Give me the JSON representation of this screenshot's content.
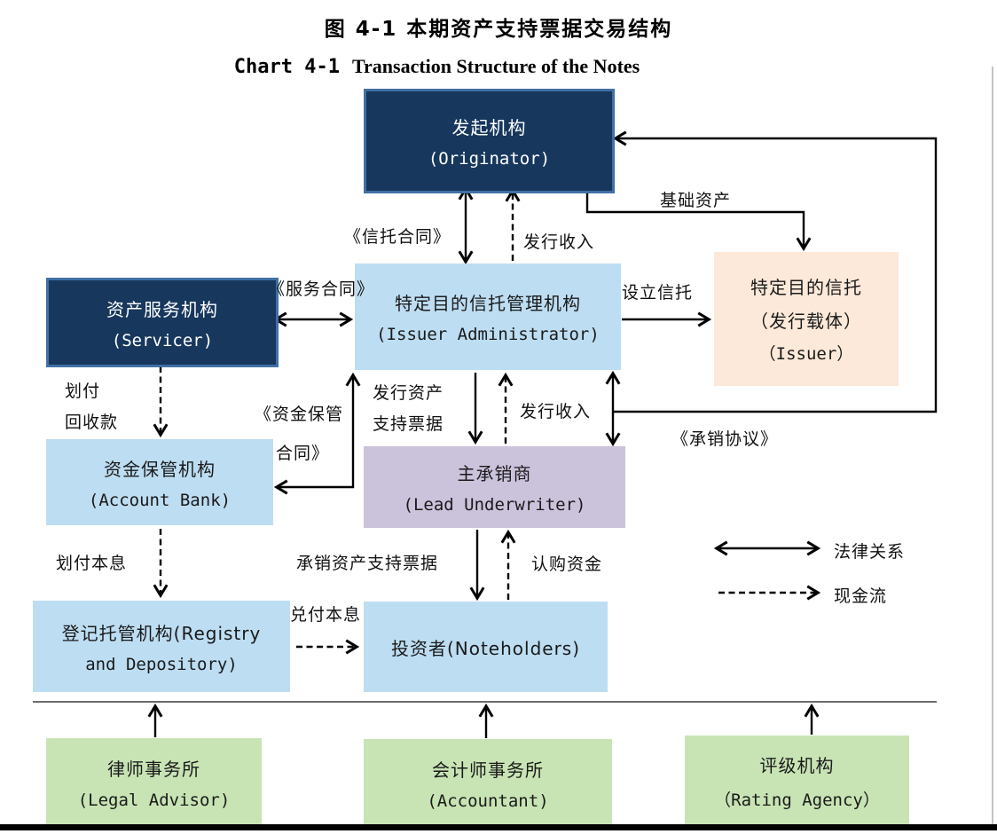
{
  "figure": {
    "title": "图 4-1 本期资产支持票据交易结构",
    "subtitle_prefix": "Chart 4-1",
    "subtitle_text": "Transaction Structure of the Notes"
  },
  "nodes": {
    "originator": {
      "lines": [
        "发起机构",
        "(Originator)"
      ]
    },
    "servicer": {
      "lines": [
        "资产服务机构",
        "(Servicer)"
      ]
    },
    "issuer_admin": {
      "lines": [
        "特定目的信托管理机构",
        "(Issuer Administrator)"
      ]
    },
    "issuer": {
      "lines": [
        "特定目的信托",
        "（发行载体）",
        "（Issuer）"
      ]
    },
    "account_bank": {
      "lines": [
        "资金保管机构",
        "(Account Bank)"
      ]
    },
    "lead_underwriter": {
      "lines": [
        "主承销商",
        "(Lead Underwriter)"
      ]
    },
    "registry": {
      "lines": [
        "登记托管机构(Registry",
        "and Depository)"
      ]
    },
    "noteholders": {
      "lines": [
        "投资者(Noteholders)"
      ]
    },
    "legal_advisor": {
      "lines": [
        "律师事务所",
        "(Legal Advisor)"
      ]
    },
    "accountant": {
      "lines": [
        "会计师事务所",
        "(Accountant)"
      ]
    },
    "rating_agency": {
      "lines": [
        "评级机构",
        "（Rating Agency）"
      ]
    }
  },
  "labels": {
    "trust_contract": "《信托合同》",
    "issuance_proceeds_top": "发行收入",
    "underlying_assets": "基础资产",
    "service_contract": "《服务合同》",
    "establish_trust": "设立信托",
    "transfer_collections": [
      "划付",
      "回收款"
    ],
    "custody_contract": [
      "《资金保管",
      "合同》"
    ],
    "issue_notes": [
      "发行资产",
      "支持票据"
    ],
    "issuance_proceeds_mid": "发行收入",
    "underwriting_agreement": "《承销协议》",
    "transfer_principal_interest": "划付本息",
    "underwrite_notes": "承销资产支持票据",
    "subscription_funds": "认购资金",
    "redemption_principal_interest": "兑付本息"
  },
  "legend": {
    "legal_relation": "法律关系",
    "cash_flow": "现金流"
  },
  "colors": {
    "navy": "#17375D",
    "navy_border": "#4070A4",
    "light_blue": "#BDDDF2",
    "cream": "#FCE9D9",
    "lavender": "#CBC2DC",
    "green": "#C8E4B4"
  }
}
